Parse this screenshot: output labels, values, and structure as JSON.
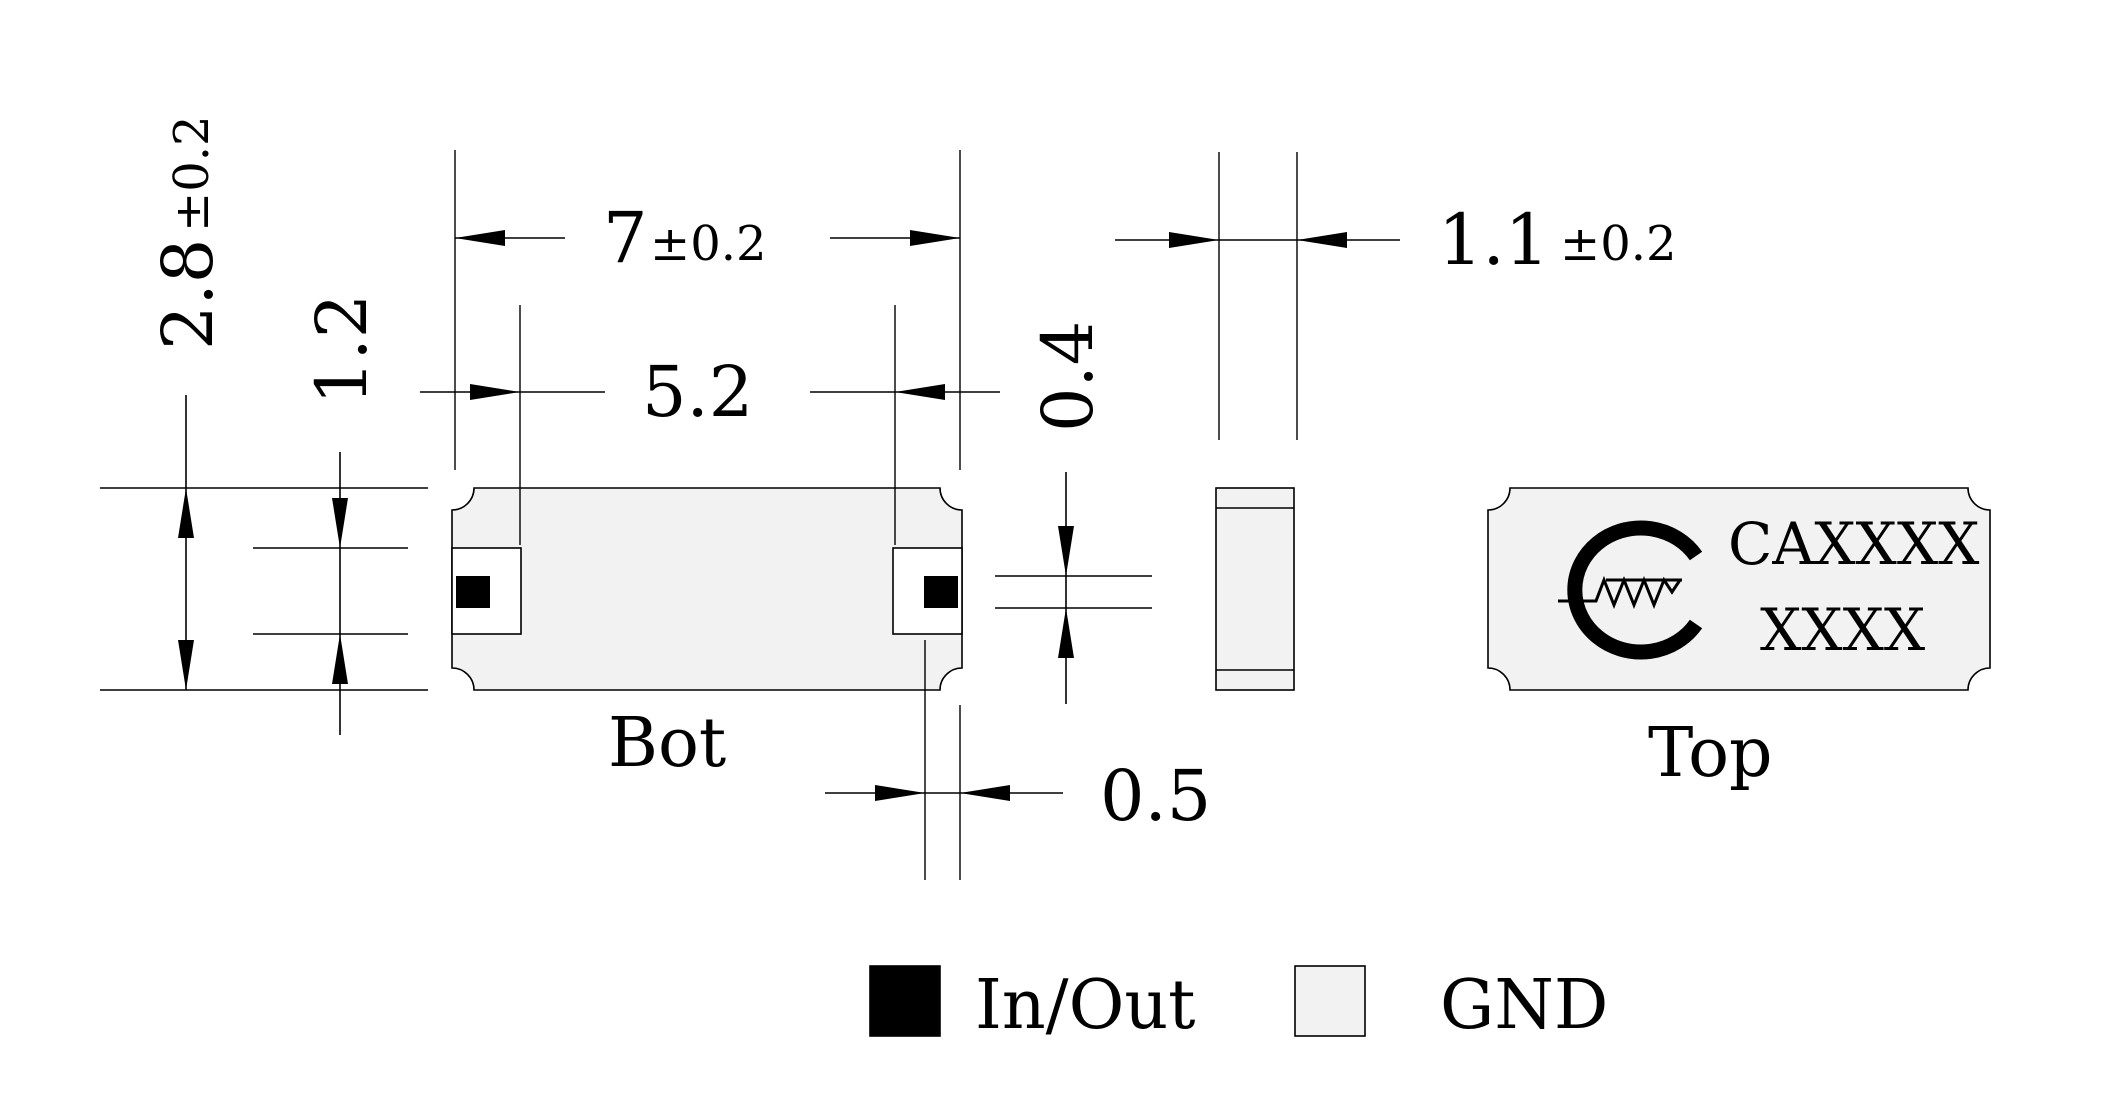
{
  "dimensions": {
    "length": "7",
    "length_tol": "±0.2",
    "pad_span": "5.2",
    "thickness": "1.1",
    "thickness_tol": "±0.2",
    "width": "2.8",
    "width_tol": "±0.2",
    "pad_pitch": "1.2",
    "pad_width": "0.4",
    "pad_length": "0.5"
  },
  "views": {
    "bottom": "Bot",
    "top": "Top"
  },
  "marking": {
    "line1": "CAXXXX",
    "line2": "XXXX",
    "logo": "cmw-logo"
  },
  "legend": {
    "in_out": "In/Out",
    "gnd": "GND"
  },
  "colors": {
    "in_out": "#000000",
    "gnd": "#f2f2f2"
  }
}
